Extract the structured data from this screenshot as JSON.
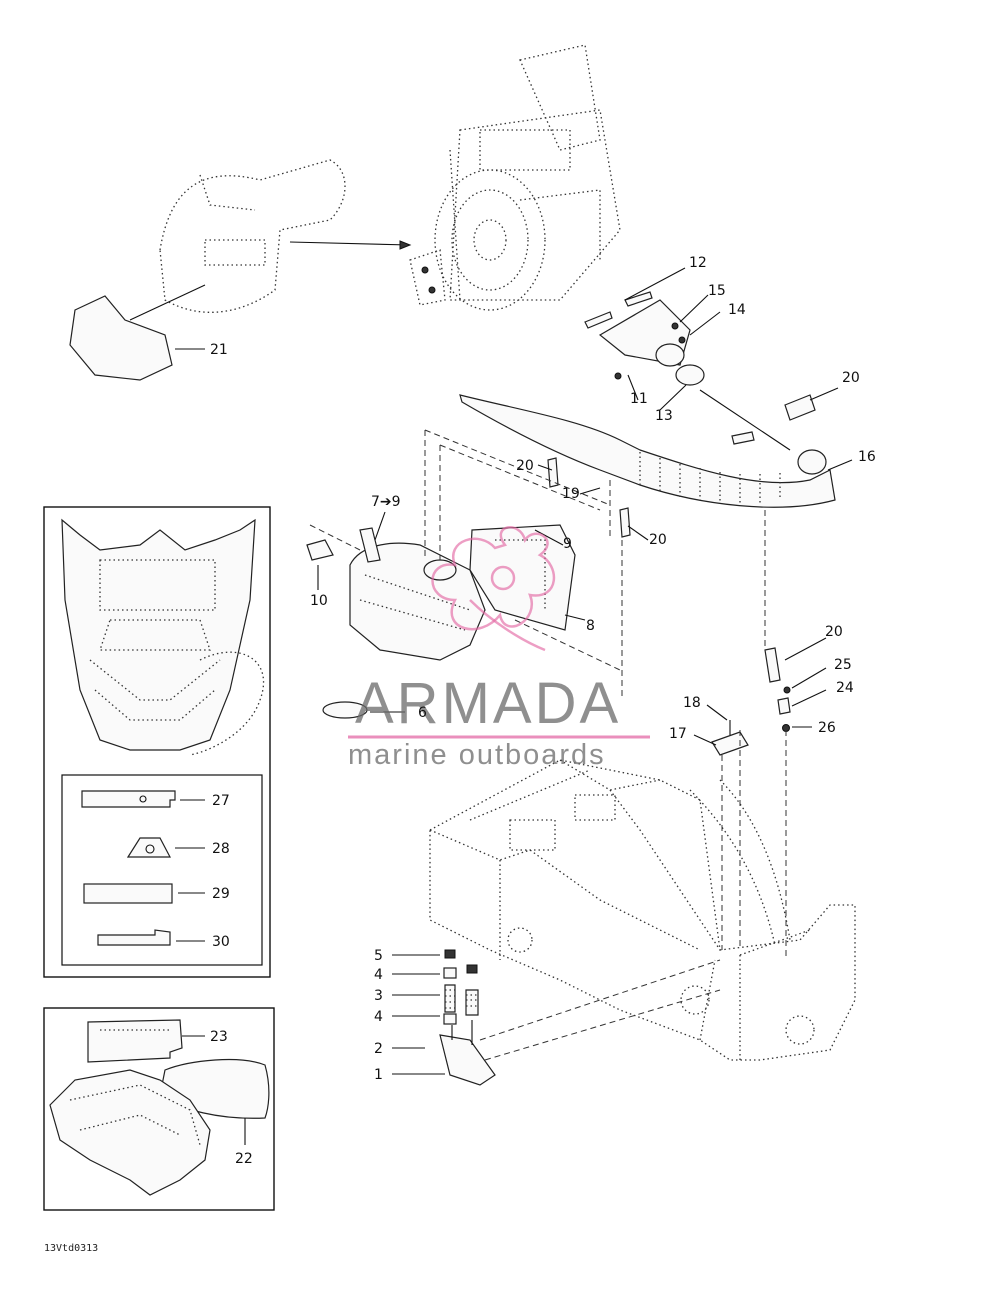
{
  "watermark": {
    "brand": "ARMADA",
    "tagline": "marine outboards",
    "accent_color": "#e36aa5",
    "text_color": "#6a6a6a"
  },
  "drawing_code": "13Vtd0313",
  "callouts": {
    "c1": "1",
    "c2": "2",
    "c3": "3",
    "c4a": "4",
    "c4b": "4",
    "c5": "5",
    "c6": "6",
    "c7_9": "7➔9",
    "c8": "8",
    "c9": "9",
    "c10": "10",
    "c11": "11",
    "c12": "12",
    "c13": "13",
    "c14": "14",
    "c15": "15",
    "c16": "16",
    "c17": "17",
    "c18": "18",
    "c19": "19",
    "c20a": "20",
    "c20b": "20",
    "c20c": "20",
    "c20d": "20",
    "c21": "21",
    "c22": "22",
    "c23": "23",
    "c24": "24",
    "c25": "25",
    "c26": "26",
    "c27": "27",
    "c28": "28",
    "c29": "29",
    "c30": "30"
  }
}
